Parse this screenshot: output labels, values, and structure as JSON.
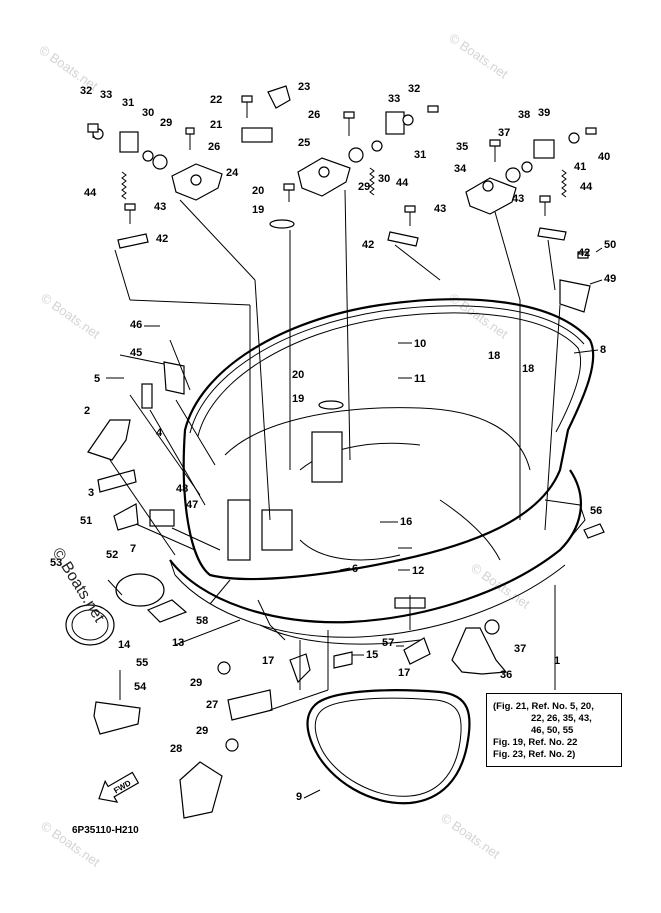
{
  "diagram": {
    "catalog_code": "6P35110-H210",
    "fwd_label": "FWD",
    "note_lines": [
      "(Fig. 21, Ref. No. 5, 20,",
      "22, 26, 35, 43,",
      "46, 50, 55",
      "Fig. 19, Ref. No. 22",
      "Fig. 23, Ref. No. 2)"
    ],
    "watermark": "© Boats.net",
    "callouts": [
      "1",
      "2",
      "3",
      "4",
      "5",
      "6",
      "7",
      "8",
      "9",
      "10",
      "11",
      "12",
      "13",
      "14",
      "15",
      "16",
      "17",
      "18",
      "19",
      "20",
      "21",
      "22",
      "23",
      "24",
      "25",
      "26",
      "27",
      "28",
      "29",
      "30",
      "31",
      "32",
      "33",
      "34",
      "35",
      "36",
      "37",
      "38",
      "39",
      "40",
      "41",
      "42",
      "43",
      "44",
      "45",
      "46",
      "47",
      "48",
      "49",
      "50",
      "51",
      "52",
      "53",
      "54",
      "55",
      "56",
      "57",
      "58"
    ]
  }
}
